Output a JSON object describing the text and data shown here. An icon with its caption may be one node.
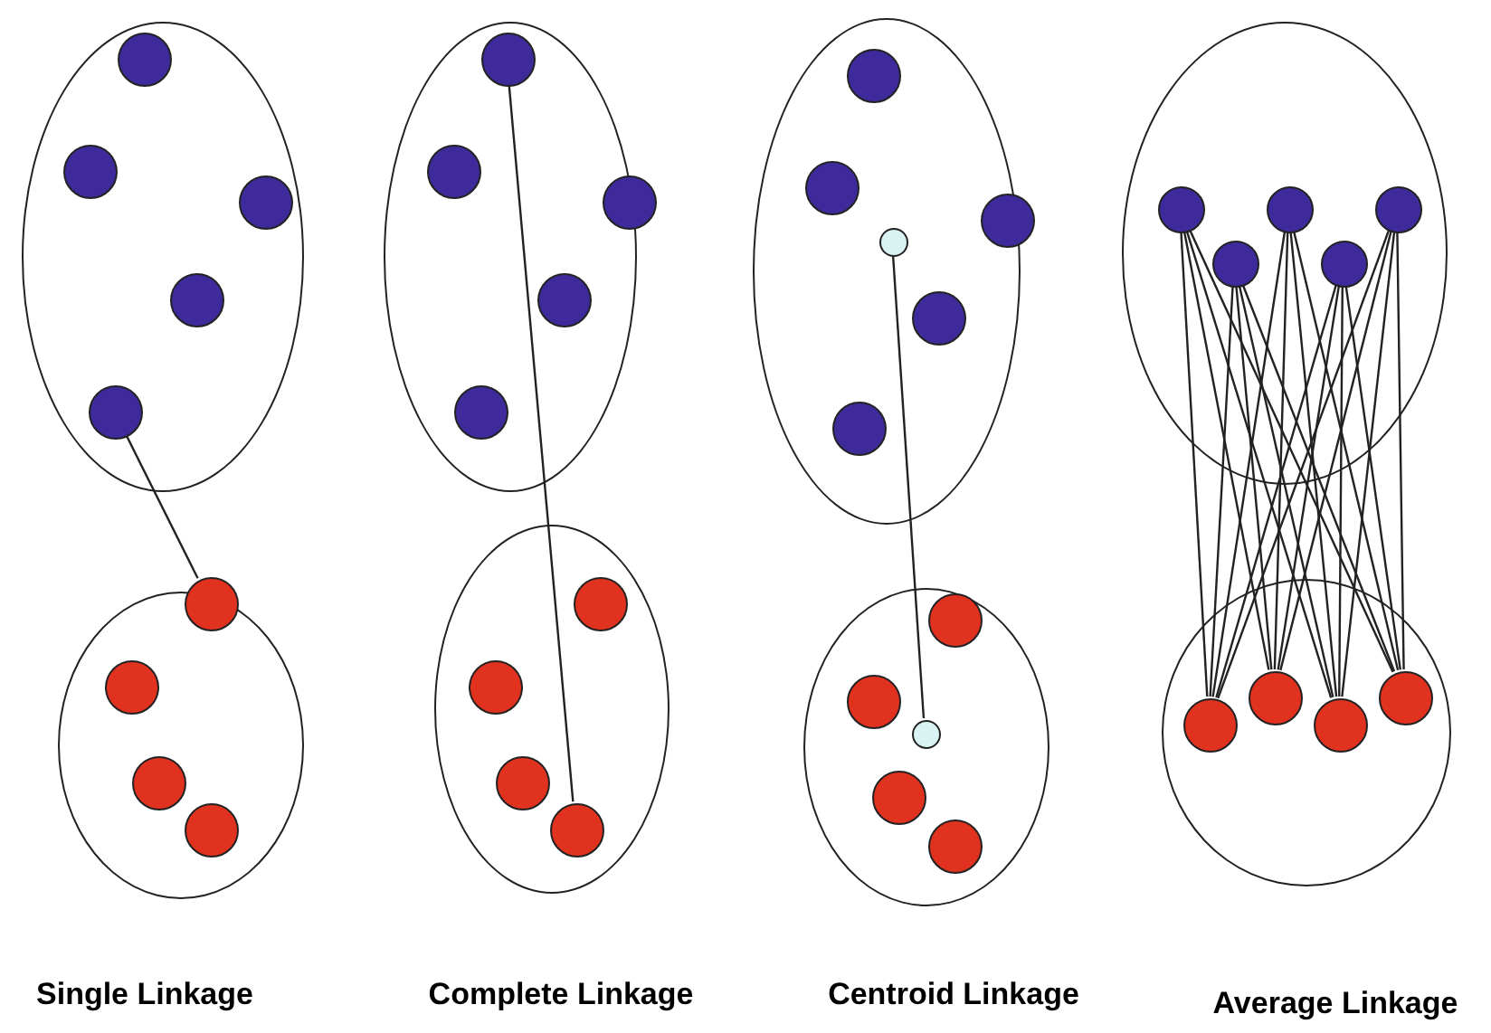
{
  "diagram": {
    "nodes": [
      {
        "text": [],
        "shape": "ellipse"
      },
      {
        "text": [],
        "shape": "circle",
        "in": 0
      },
      {
        "text": [],
        "shape": "circle",
        "in": 0
      },
      {
        "text": [],
        "shape": "circle",
        "in": 0
      },
      {
        "text": [],
        "shape": "circle",
        "in": 0
      },
      {
        "text": [],
        "shape": "circle",
        "in": 0
      },
      {
        "text": [],
        "shape": "ellipse"
      },
      {
        "text": [],
        "shape": "circle",
        "in": 6
      },
      {
        "text": [],
        "shape": "circle",
        "in": 6
      },
      {
        "text": [],
        "shape": "circle",
        "in": 6
      },
      {
        "text": [],
        "shape": "circle",
        "in": 6
      },
      {
        "text": [],
        "shape": "ellipse"
      },
      {
        "text": [],
        "shape": "circle",
        "in": 11
      },
      {
        "text": [],
        "shape": "circle",
        "in": 11
      },
      {
        "text": [],
        "shape": "circle",
        "in": 11
      },
      {
        "text": [],
        "shape": "circle",
        "in": 11
      },
      {
        "text": [],
        "shape": "circle",
        "in": 11
      },
      {
        "text": [],
        "shape": "ellipse"
      },
      {
        "text": [],
        "shape": "circle",
        "in": 17
      },
      {
        "text": [],
        "shape": "circle",
        "in": 17
      },
      {
        "text": [],
        "shape": "circle",
        "in": 17
      },
      {
        "text": [],
        "shape": "circle",
        "in": 17
      },
      {
        "text": [],
        "shape": "ellipse"
      },
      {
        "text": [],
        "shape": "circle",
        "in": 22
      },
      {
        "text": [],
        "shape": "circle",
        "in": 22
      },
      {
        "text": [],
        "shape": "circle",
        "in": 22
      },
      {
        "text": [],
        "shape": "circle",
        "in": 22
      },
      {
        "text": [],
        "shape": "circle",
        "in": 22
      },
      {
        "text": [],
        "shape": "circle",
        "in": 22
      },
      {
        "text": [],
        "shape": "ellipse"
      },
      {
        "text": [],
        "shape": "circle",
        "in": 29
      },
      {
        "text": [],
        "shape": "circle",
        "in": 29
      },
      {
        "text": [],
        "shape": "circle",
        "in": 29
      },
      {
        "text": [],
        "shape": "circle",
        "in": 29
      },
      {
        "text": [],
        "shape": "circle",
        "in": 29
      },
      {
        "text": [],
        "shape": "ellipse"
      },
      {
        "text": [],
        "shape": "circle",
        "in": 35
      },
      {
        "text": [],
        "shape": "circle",
        "in": 35
      },
      {
        "text": [],
        "shape": "circle",
        "in": 35
      },
      {
        "text": [],
        "shape": "circle",
        "in": 35
      },
      {
        "text": [],
        "shape": "circle",
        "in": 35
      },
      {
        "text": [],
        "shape": "ellipse"
      },
      {
        "text": [],
        "shape": "circle",
        "in": 41
      },
      {
        "text": [],
        "shape": "circle",
        "in": 41
      },
      {
        "text": [],
        "shape": "circle",
        "in": 41
      },
      {
        "text": [],
        "shape": "circle",
        "in": 41
      }
    ],
    "edges": [
      {
        "from": 5,
        "to": 7,
        "arrow": "none"
      },
      {
        "from": 12,
        "to": 21,
        "arrow": "none"
      },
      {
        "from": 28,
        "to": 34,
        "arrow": "none"
      },
      {
        "from": 36,
        "to": 42,
        "arrow": "none"
      },
      {
        "from": 36,
        "to": 43,
        "arrow": "none"
      },
      {
        "from": 36,
        "to": 44,
        "arrow": "none"
      },
      {
        "from": 36,
        "to": 45,
        "arrow": "none"
      },
      {
        "from": 37,
        "to": 42,
        "arrow": "none"
      },
      {
        "from": 37,
        "to": 43,
        "arrow": "none"
      },
      {
        "from": 37,
        "to": 44,
        "arrow": "none"
      },
      {
        "from": 37,
        "to": 45,
        "arrow": "none"
      },
      {
        "from": 38,
        "to": 42,
        "arrow": "none"
      },
      {
        "from": 38,
        "to": 43,
        "arrow": "none"
      },
      {
        "from": 38,
        "to": 44,
        "arrow": "none"
      },
      {
        "from": 38,
        "to": 45,
        "arrow": "none"
      },
      {
        "from": 39,
        "to": 42,
        "arrow": "none"
      },
      {
        "from": 39,
        "to": 43,
        "arrow": "none"
      },
      {
        "from": 39,
        "to": 44,
        "arrow": "none"
      },
      {
        "from": 39,
        "to": 45,
        "arrow": "none"
      },
      {
        "from": 40,
        "to": 42,
        "arrow": "none"
      },
      {
        "from": 40,
        "to": 43,
        "arrow": "none"
      },
      {
        "from": 40,
        "to": 44,
        "arrow": "none"
      },
      {
        "from": 40,
        "to": 45,
        "arrow": "none"
      }
    ],
    "labels": [
      "Single Linkage",
      "Complete Linkage",
      "Centroid Linkage",
      "Average Linkage"
    ]
  }
}
